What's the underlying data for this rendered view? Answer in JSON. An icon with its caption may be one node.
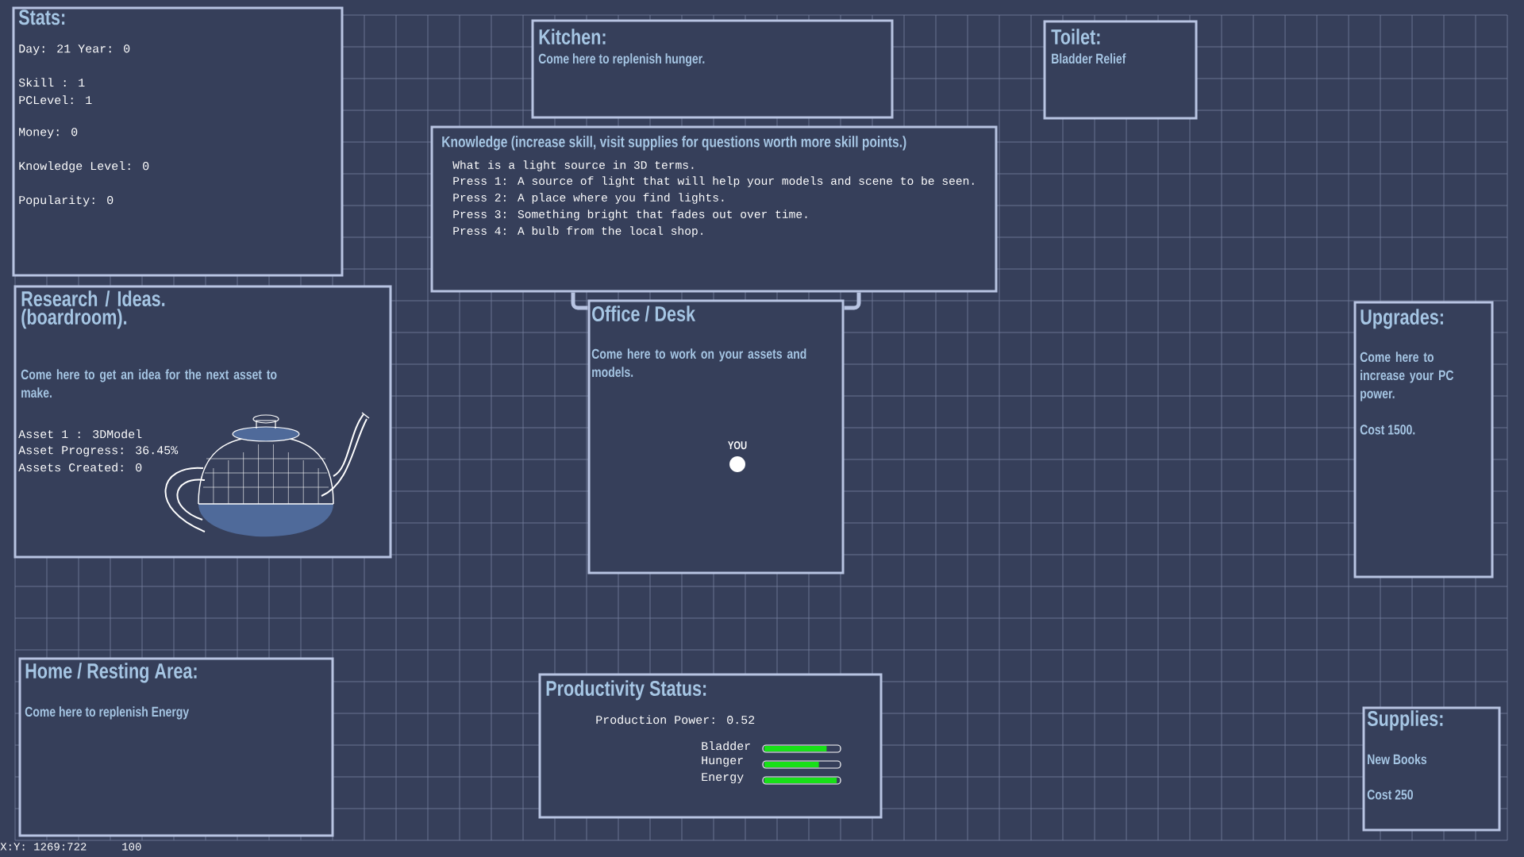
{
  "diagram": {
    "nodes": [
      {
        "text": [
          "Stats:",
          "Day: 21 Year: 0",
          "Skill : 1",
          "PCLevel: 1",
          "Money: 0",
          "Knowledge Level: 0",
          "Popularity: 0"
        ]
      },
      {
        "text": [
          "Kitchen:",
          "Come here to replenish hunger."
        ]
      },
      {
        "text": [
          "Toilet:",
          "Bladder Relief"
        ]
      },
      {
        "text": [
          "Knowledge (increase skill, visit supplies for questions worth more skill points.)",
          "What is a light source in 3D terms.",
          "Press 1: A source of light that will help your models and scene to be seen.",
          "Press 2: A place where you find lights.",
          "Press 3: Something bright that fades out over time.",
          "Press 4: A bulb from the local shop."
        ]
      },
      {
        "text": [
          "Research / Ideas. (boardroom).",
          "Come here to get an idea for the next asset to make.",
          "Asset 1 : 3DModel",
          "Asset Progress: 36.45%",
          "Assets Created: 0"
        ]
      },
      {
        "text": [
          "Office / Desk",
          "Come here to work on your assets and models."
        ]
      },
      {
        "text": [
          "YOU"
        ],
        "in": 5
      },
      {
        "text": [
          "Upgrades:",
          "Come here to increase your PC power.",
          "Cost 1500."
        ]
      },
      {
        "text": [
          "Home / Resting Area:",
          "Come here to replenish Energy"
        ]
      },
      {
        "text": [
          "Productivity Status:",
          "Production Power: 0.52"
        ]
      },
      {
        "text": [
          "Bladder"
        ],
        "in": 9
      },
      {
        "text": [
          "Hunger"
        ],
        "in": 9
      },
      {
        "text": [
          "Energy"
        ],
        "in": 9
      },
      {
        "text": [
          "Supplies:",
          "New Books",
          "Cost 250"
        ]
      }
    ],
    "edges": [
      {
        "from": 3,
        "to": 5,
        "arrow": "none"
      },
      {
        "from": 3,
        "to": 5,
        "arrow": "none"
      }
    ],
    "labels": [
      "X:Y: 1269:722",
      "100"
    ]
  }
}
